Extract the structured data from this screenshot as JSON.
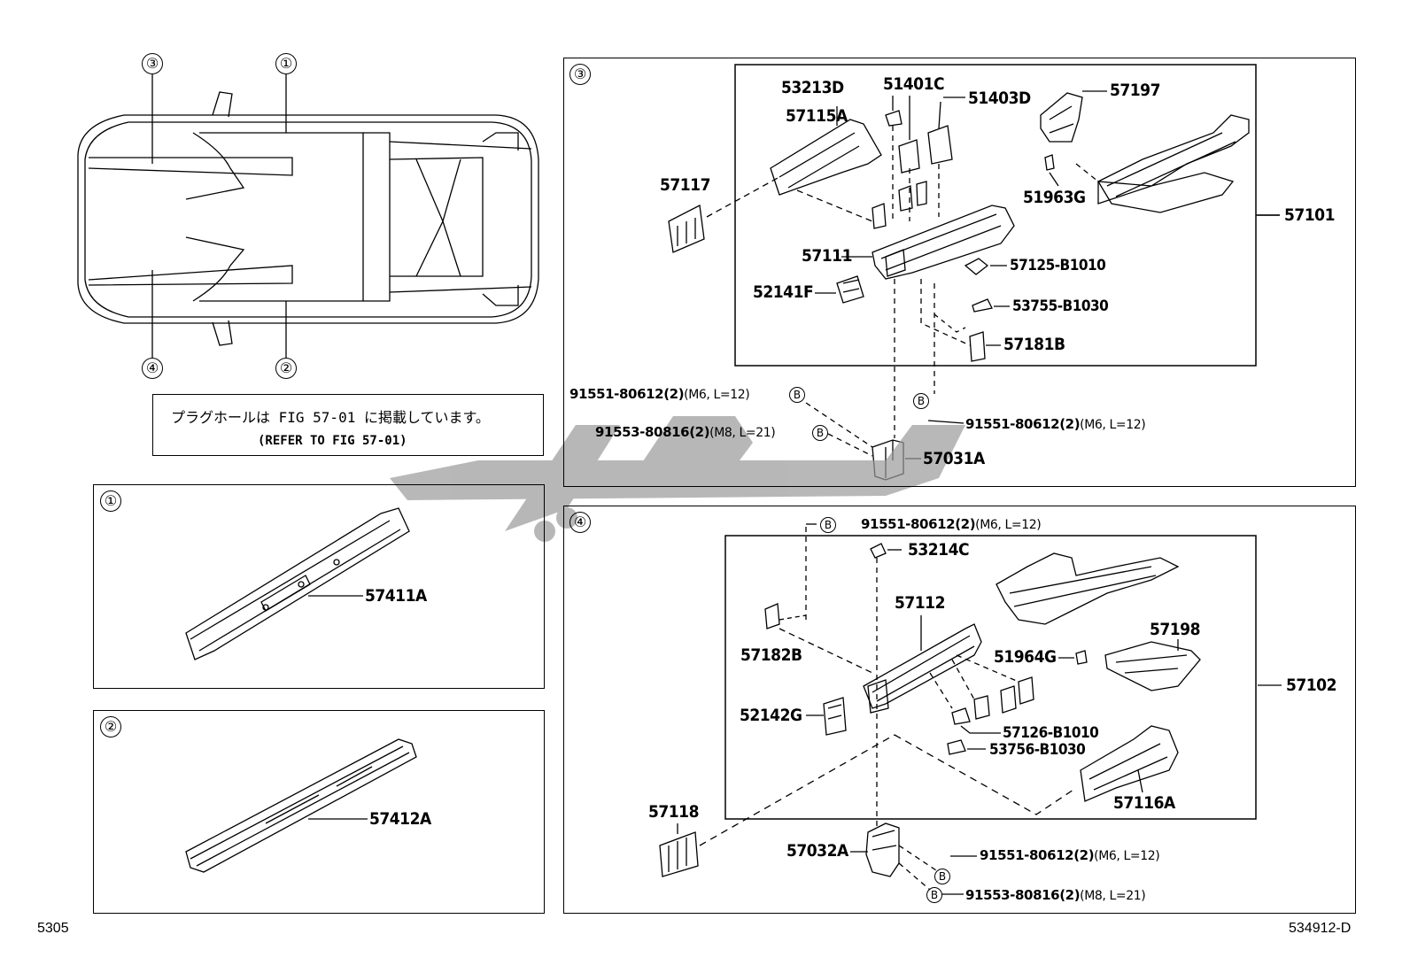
{
  "overview": {
    "markers": [
      "③",
      "①",
      "④",
      "②"
    ],
    "note_line1": "プラグホールは FIG 57-01 に掲載しています。",
    "note_line2": "(REFER TO FIG 57-01)"
  },
  "panel1": {
    "marker": "①",
    "part": "57411A"
  },
  "panel2": {
    "marker": "②",
    "part": "57412A"
  },
  "panel3": {
    "marker": "③",
    "parts": {
      "p53213D": "53213D",
      "p51401C": "51401C",
      "p51403D": "51403D",
      "p57197": "57197",
      "p57115A": "57115A",
      "p57117": "57117",
      "p51963G": "51963G",
      "p57101": "57101",
      "p57111": "57111",
      "p57125": "57125-B1010",
      "p52141F": "52141F",
      "p53755": "53755-B1030",
      "p57181B": "57181B",
      "p57031A": "57031A"
    },
    "bolts": {
      "b1_num": "91551-80612(2)",
      "b1_spec": "(M6, L=12)",
      "b2_num": "91551-80612(2)",
      "b2_spec": "(M6, L=12)",
      "b3_num": "91553-80816(2)",
      "b3_spec": "(M8, L=21)"
    }
  },
  "panel4": {
    "marker": "④",
    "parts": {
      "p53214C": "53214C",
      "p57112": "57112",
      "p57198": "57198",
      "p57182B": "57182B",
      "p51964G": "51964G",
      "p57102": "57102",
      "p52142G": "52142G",
      "p57126": "57126-B1010",
      "p53756": "53756-B1030",
      "p57116A": "57116A",
      "p57118": "57118",
      "p57032A": "57032A"
    },
    "bolts": {
      "b1_num": "91551-80612(2)",
      "b1_spec": "(M6, L=12)",
      "b2_num": "91551-80612(2)",
      "b2_spec": "(M6, L=12)",
      "b3_num": "91553-80816(2)",
      "b3_spec": "(M8, L=21)"
    }
  },
  "bolt_marker": "B",
  "footer": {
    "left": "5305",
    "right": "534912-D"
  }
}
